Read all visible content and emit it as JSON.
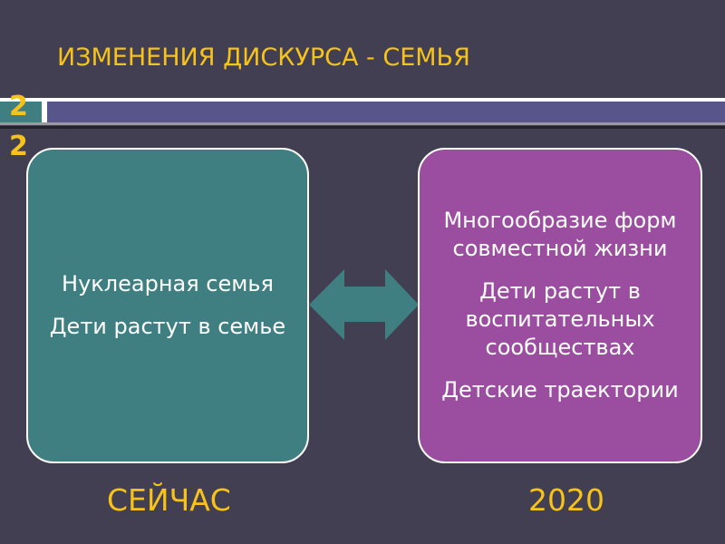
{
  "title": "ИЗМЕНЕНИЯ ДИСКУРСА - СЕМЬЯ",
  "slide_number": [
    "2",
    "2"
  ],
  "left_box": {
    "lines": [
      "Нуклеарная семья",
      "Дети растут в семье"
    ]
  },
  "right_box": {
    "lines": [
      "Многообразие форм совместной жизни",
      "Дети растут в воспитательных сообществах",
      "Детские траектории"
    ]
  },
  "left_label": "СЕЙЧАС",
  "right_label": "2020",
  "colors": {
    "accent": "#f7c21a",
    "teal": "#3f7f82",
    "purple": "#9b4da0",
    "background": "#413f51"
  }
}
